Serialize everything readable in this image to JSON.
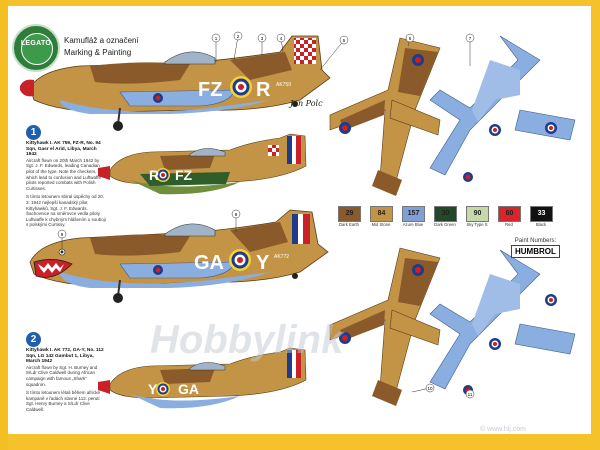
{
  "header": {
    "logo_text": "LEGATO",
    "title_cz": "Kamufláž a označení",
    "title_en": "Marking & Painting"
  },
  "signature": "Jan Polc",
  "aircraft": [
    {
      "number": "1",
      "code_left": "FZ",
      "code_right": "R",
      "serial": "AK759",
      "top_code_left": "R",
      "top_code_right": "FZ",
      "caption_title": "Kittyhawk I. AK 759, FZ-R, No. 94 Sqn, Gasr el Arid, Libya, March 1942",
      "caption_en": "Aircraft flown on 20th March 1942 by Sgt. J. F. Edwards, leading Canadian pilot of the type. Note the checkers, which lead to confusion and Luftwaffe pilots reported combats with Polish Curtisses.",
      "caption_cz": "S tímto letounem sbíral úspěchy od 20. 3. 1942 nejlepší kanadský pilot Kittyhawků, Sgt. J. F. Edwards. Šachovnice na směrovce vedla piloty Luftwaffe k chybným hlášením o souboji s polskými Curtissy."
    },
    {
      "number": "2",
      "code_left": "GA",
      "code_right": "Y",
      "serial": "AK772",
      "top_code_left": "Y",
      "top_code_right": "GA",
      "caption_title": "Kittyhawk I. AK 772, GA-Y, No. 112 Sqn, LG 142 Gambut 1, Libya, March 1942",
      "caption_en": "Aircraft flown by Sgt. H. Burney and S/Ldr Clive Caldwell during African campaign with famous „Shark“ squadron.",
      "caption_cz": "S tímto letounem létali během africké kampaně v řadách slavné 112. peruti Sgt. Henry Burney a S/Ldr Clive Caldwell."
    }
  ],
  "callouts": [
    "1",
    "2",
    "3",
    "4",
    "5",
    "6",
    "7",
    "8",
    "9",
    "10",
    "11"
  ],
  "paints": [
    {
      "code": "29",
      "name": "Dark Earth",
      "color": "#8a5a2b",
      "text": "#222222"
    },
    {
      "code": "84",
      "name": "Mid Stone",
      "color": "#c39445",
      "text": "#222222"
    },
    {
      "code": "157",
      "name": "Azure Blue",
      "color": "#7f9fd6",
      "text": "#222222"
    },
    {
      "code": "30",
      "name": "Dark Green",
      "color": "#23482a",
      "text": "#222222"
    },
    {
      "code": "90",
      "name": "Sky Type S",
      "color": "#c5d9a9",
      "text": "#222222"
    },
    {
      "code": "60",
      "name": "Red",
      "color": "#d6262c",
      "text": "#222222"
    },
    {
      "code": "33",
      "name": "Black",
      "color": "#111111",
      "text": "#ffffff"
    }
  ],
  "paint_numbers": {
    "label": "Paint Numbers:",
    "brand": "HUMBROL"
  },
  "watermark": "Hobbylink",
  "copyright": "© www.hlj.com",
  "colors": {
    "earth": "#8a5a2b",
    "stone": "#c39445",
    "azure": "#8aaee0",
    "red": "#c82128",
    "blue": "#1e3c8a",
    "frame": "#f6c22c"
  }
}
